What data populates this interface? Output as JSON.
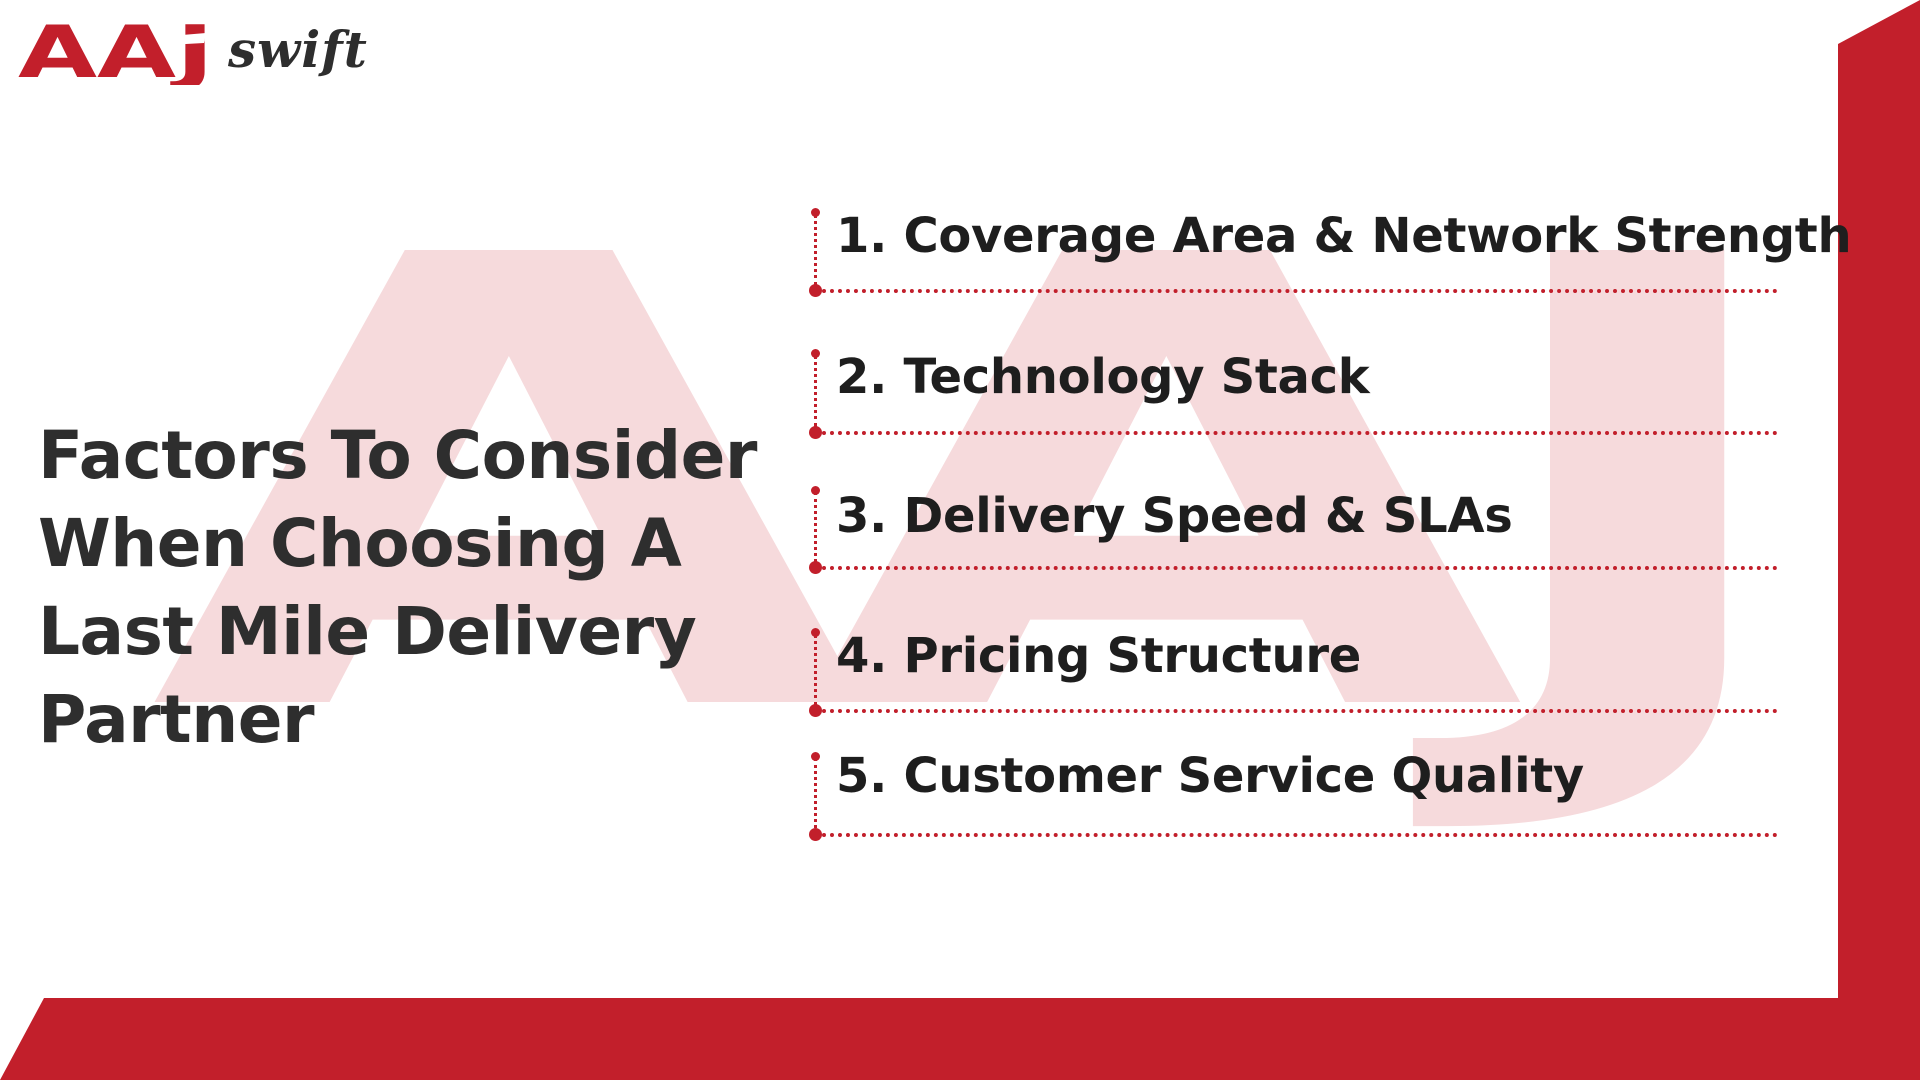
{
  "brand": {
    "logo_text": "AAJ",
    "wordmark": "swift",
    "watermark_text": "AAJ",
    "colors": {
      "primary_red": "#c21f2b",
      "watermark": "#f6dadc",
      "text_dark": "#2e2e2e",
      "background": "#ffffff"
    }
  },
  "headline": {
    "text": "Factors To Consider When Choosing A Last Mile Delivery Partner"
  },
  "factors": [
    {
      "label": "1. Coverage Area & Network Strength"
    },
    {
      "label": "2. Technology Stack"
    },
    {
      "label": "3. Delivery Speed & SLAs"
    },
    {
      "label": "4. Pricing Structure"
    },
    {
      "label": "5. Customer Service Quality"
    }
  ]
}
